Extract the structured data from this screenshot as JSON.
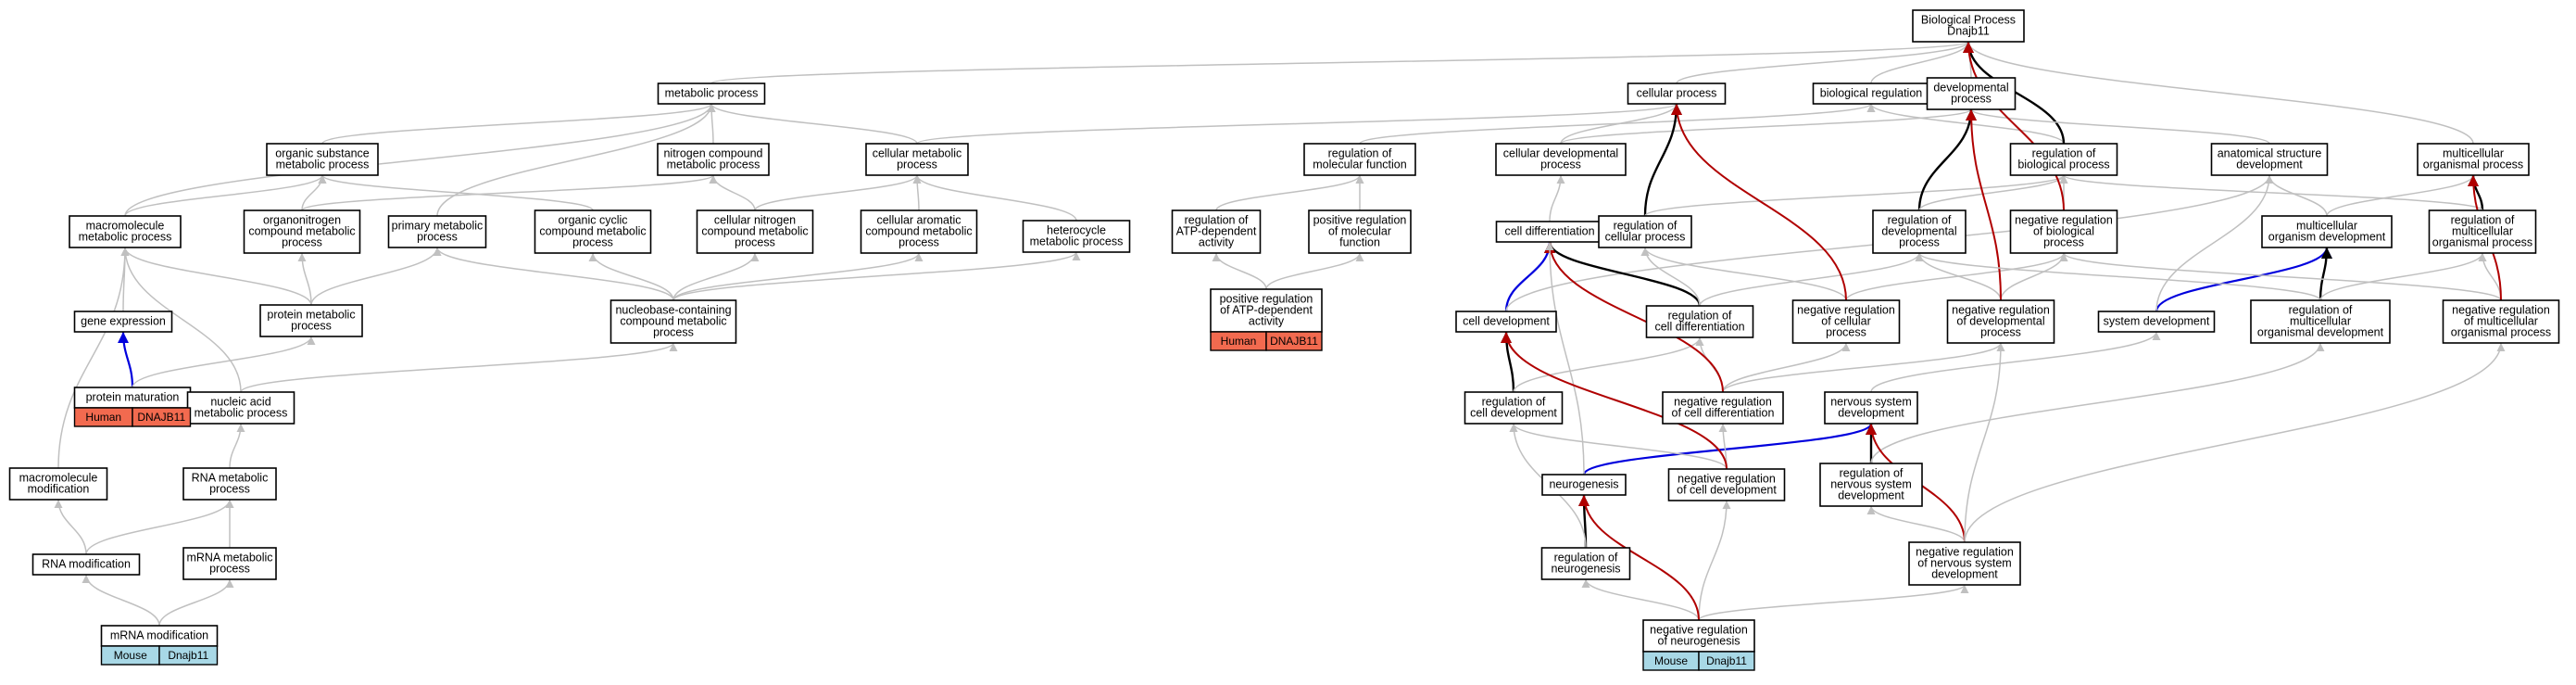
{
  "legend_colors": {
    "is_a": "#c0c0c0",
    "regulates": "#000000",
    "part_of": "#0000dd",
    "negatively_regulates": "#b00000",
    "human_tag": "#f26a4f",
    "mouse_tag": "#a8d8e6"
  },
  "nodes": [
    {
      "id": "bp",
      "lines": [
        "Biological Process",
        "Dnajb11"
      ]
    },
    {
      "id": "metabolic",
      "lines": [
        "metabolic process"
      ]
    },
    {
      "id": "cellular_process",
      "lines": [
        "cellular process"
      ]
    },
    {
      "id": "biological_regulation",
      "lines": [
        "biological regulation"
      ]
    },
    {
      "id": "developmental_process",
      "lines": [
        "developmental",
        "process"
      ]
    },
    {
      "id": "organic_substance_mp",
      "lines": [
        "organic substance",
        "metabolic process"
      ]
    },
    {
      "id": "nitrogen_compound_mp",
      "lines": [
        "nitrogen compound",
        "metabolic process"
      ]
    },
    {
      "id": "cellular_mp",
      "lines": [
        "cellular metabolic",
        "process"
      ]
    },
    {
      "id": "regulation_molecular_function",
      "lines": [
        "regulation of",
        "molecular function"
      ]
    },
    {
      "id": "cellular_developmental_process",
      "lines": [
        "cellular developmental",
        "process"
      ]
    },
    {
      "id": "regulation_biological_process",
      "lines": [
        "regulation of",
        "biological process"
      ]
    },
    {
      "id": "anatomical_structure_dev",
      "lines": [
        "anatomical structure",
        "development"
      ]
    },
    {
      "id": "multicellular_organismal_process",
      "lines": [
        "multicellular",
        "organismal process"
      ]
    },
    {
      "id": "macromolecule_mp",
      "lines": [
        "macromolecule",
        "metabolic process"
      ]
    },
    {
      "id": "organonitrogen_mp",
      "lines": [
        "organonitrogen",
        "compound metabolic",
        "process"
      ]
    },
    {
      "id": "primary_mp",
      "lines": [
        "primary metabolic",
        "process"
      ]
    },
    {
      "id": "organic_cyclic_mp",
      "lines": [
        "organic cyclic",
        "compound metabolic",
        "process"
      ]
    },
    {
      "id": "cellular_nitrogen_mp",
      "lines": [
        "cellular nitrogen",
        "compound metabolic",
        "process"
      ]
    },
    {
      "id": "cellular_aromatic_mp",
      "lines": [
        "cellular aromatic",
        "compound metabolic",
        "process"
      ]
    },
    {
      "id": "heterocycle_mp",
      "lines": [
        "heterocycle",
        "metabolic process"
      ]
    },
    {
      "id": "regulation_atp_activity",
      "lines": [
        "regulation of",
        "ATP-dependent",
        "activity"
      ]
    },
    {
      "id": "positive_regulation_molecular_function",
      "lines": [
        "positive regulation",
        "of molecular",
        "function"
      ]
    },
    {
      "id": "cell_differentiation",
      "lines": [
        "cell differentiation"
      ]
    },
    {
      "id": "regulation_cellular_process",
      "lines": [
        "regulation of",
        "cellular process"
      ]
    },
    {
      "id": "regulation_developmental_process",
      "lines": [
        "regulation of",
        "developmental",
        "process"
      ]
    },
    {
      "id": "negative_regulation_biological_process",
      "lines": [
        "negative regulation",
        "of biological",
        "process"
      ]
    },
    {
      "id": "multicellular_organism_dev",
      "lines": [
        "multicellular",
        "organism development"
      ]
    },
    {
      "id": "regulation_multicellular_organismal_process",
      "lines": [
        "regulation of",
        "multicellular",
        "organismal process"
      ]
    },
    {
      "id": "gene_expression",
      "lines": [
        "gene expression"
      ]
    },
    {
      "id": "protein_mp",
      "lines": [
        "protein metabolic",
        "process"
      ]
    },
    {
      "id": "nucleobase_mp",
      "lines": [
        "nucleobase-containing",
        "compound metabolic",
        "process"
      ]
    },
    {
      "id": "positive_regulation_atp_activity",
      "lines": [
        "positive regulation",
        "of ATP-dependent",
        "activity"
      ]
    },
    {
      "id": "cell_development",
      "lines": [
        "cell development"
      ]
    },
    {
      "id": "regulation_cell_differentiation",
      "lines": [
        "regulation of",
        "cell differentiation"
      ]
    },
    {
      "id": "negative_regulation_cellular_process",
      "lines": [
        "negative regulation",
        "of cellular",
        "process"
      ]
    },
    {
      "id": "negative_regulation_developmental_process",
      "lines": [
        "negative regulation",
        "of developmental",
        "process"
      ]
    },
    {
      "id": "system_development",
      "lines": [
        "system development"
      ]
    },
    {
      "id": "regulation_multicellular_organismal_dev",
      "lines": [
        "regulation of",
        "multicellular",
        "organismal development"
      ]
    },
    {
      "id": "negative_regulation_multicellular_organismal_process",
      "lines": [
        "negative regulation",
        "of multicellular",
        "organismal process"
      ]
    },
    {
      "id": "protein_maturation",
      "lines": [
        "protein maturation"
      ]
    },
    {
      "id": "nucleic_acid_mp",
      "lines": [
        "nucleic acid",
        "metabolic process"
      ]
    },
    {
      "id": "regulation_cell_development",
      "lines": [
        "regulation of",
        "cell development"
      ]
    },
    {
      "id": "negative_regulation_cell_differentiation",
      "lines": [
        "negative regulation",
        "of cell differentiation"
      ]
    },
    {
      "id": "nervous_system_development",
      "lines": [
        "nervous system",
        "development"
      ]
    },
    {
      "id": "macromolecule_modification",
      "lines": [
        "macromolecule",
        "modification"
      ]
    },
    {
      "id": "rna_mp",
      "lines": [
        "RNA metabolic",
        "process"
      ]
    },
    {
      "id": "neurogenesis",
      "lines": [
        "neurogenesis"
      ]
    },
    {
      "id": "negative_regulation_cell_development",
      "lines": [
        "negative regulation",
        "of cell development"
      ]
    },
    {
      "id": "regulation_nervous_system_dev",
      "lines": [
        "regulation of",
        "nervous system",
        "development"
      ]
    },
    {
      "id": "rna_modification",
      "lines": [
        "RNA modification"
      ]
    },
    {
      "id": "mrna_mp",
      "lines": [
        "mRNA metabolic",
        "process"
      ]
    },
    {
      "id": "regulation_neurogenesis",
      "lines": [
        "regulation of",
        "neurogenesis"
      ]
    },
    {
      "id": "negative_regulation_nervous_system_dev",
      "lines": [
        "negative regulation",
        "of nervous system",
        "development"
      ]
    },
    {
      "id": "mrna_modification",
      "lines": [
        "mRNA modification"
      ]
    },
    {
      "id": "negative_regulation_neurogenesis",
      "lines": [
        "negative regulation",
        "of neurogenesis"
      ]
    }
  ],
  "tags": [
    {
      "node": "protein_maturation",
      "species": "Human",
      "gene": "DNAJB11",
      "color_key": "human_tag"
    },
    {
      "node": "positive_regulation_atp_activity",
      "species": "Human",
      "gene": "DNAJB11",
      "color_key": "human_tag"
    },
    {
      "node": "mrna_modification",
      "species": "Mouse",
      "gene": "Dnajb11",
      "color_key": "mouse_tag"
    },
    {
      "node": "negative_regulation_neurogenesis",
      "species": "Mouse",
      "gene": "Dnajb11",
      "color_key": "mouse_tag"
    }
  ],
  "edges": [
    [
      "metabolic",
      "bp",
      "is_a"
    ],
    [
      "cellular_process",
      "bp",
      "is_a"
    ],
    [
      "biological_regulation",
      "bp",
      "is_a"
    ],
    [
      "developmental_process",
      "bp",
      "is_a"
    ],
    [
      "organic_substance_mp",
      "metabolic",
      "is_a"
    ],
    [
      "nitrogen_compound_mp",
      "metabolic",
      "is_a"
    ],
    [
      "cellular_mp",
      "metabolic",
      "is_a"
    ],
    [
      "cellular_mp",
      "cellular_process",
      "is_a"
    ],
    [
      "regulation_molecular_function",
      "biological_regulation",
      "is_a"
    ],
    [
      "cellular_developmental_process",
      "cellular_process",
      "is_a"
    ],
    [
      "cellular_developmental_process",
      "developmental_process",
      "is_a"
    ],
    [
      "regulation_biological_process",
      "biological_regulation",
      "is_a"
    ],
    [
      "regulation_biological_process",
      "bp",
      "regulates"
    ],
    [
      "anatomical_structure_dev",
      "developmental_process",
      "is_a"
    ],
    [
      "multicellular_organismal_process",
      "bp",
      "is_a"
    ],
    [
      "macromolecule_mp",
      "organic_substance_mp",
      "is_a"
    ],
    [
      "macromolecule_mp",
      "metabolic",
      "is_a"
    ],
    [
      "organonitrogen_mp",
      "organic_substance_mp",
      "is_a"
    ],
    [
      "organonitrogen_mp",
      "nitrogen_compound_mp",
      "is_a"
    ],
    [
      "primary_mp",
      "metabolic",
      "is_a"
    ],
    [
      "organic_cyclic_mp",
      "organic_substance_mp",
      "is_a"
    ],
    [
      "cellular_nitrogen_mp",
      "nitrogen_compound_mp",
      "is_a"
    ],
    [
      "cellular_nitrogen_mp",
      "cellular_mp",
      "is_a"
    ],
    [
      "cellular_aromatic_mp",
      "cellular_mp",
      "is_a"
    ],
    [
      "heterocycle_mp",
      "cellular_mp",
      "is_a"
    ],
    [
      "regulation_atp_activity",
      "regulation_molecular_function",
      "is_a"
    ],
    [
      "positive_regulation_molecular_function",
      "regulation_molecular_function",
      "is_a"
    ],
    [
      "cell_differentiation",
      "cellular_developmental_process",
      "is_a"
    ],
    [
      "regulation_cellular_process",
      "cellular_process",
      "regulates"
    ],
    [
      "regulation_cellular_process",
      "regulation_biological_process",
      "is_a"
    ],
    [
      "regulation_developmental_process",
      "developmental_process",
      "regulates"
    ],
    [
      "regulation_developmental_process",
      "regulation_biological_process",
      "is_a"
    ],
    [
      "negative_regulation_biological_process",
      "regulation_biological_process",
      "is_a"
    ],
    [
      "negative_regulation_biological_process",
      "bp",
      "negatively_regulates"
    ],
    [
      "multicellular_organism_dev",
      "anatomical_structure_dev",
      "is_a"
    ],
    [
      "multicellular_organism_dev",
      "multicellular_organismal_process",
      "is_a"
    ],
    [
      "regulation_multicellular_organismal_process",
      "multicellular_organismal_process",
      "regulates"
    ],
    [
      "regulation_multicellular_organismal_process",
      "regulation_biological_process",
      "is_a"
    ],
    [
      "gene_expression",
      "macromolecule_mp",
      "is_a"
    ],
    [
      "protein_mp",
      "macromolecule_mp",
      "is_a"
    ],
    [
      "protein_mp",
      "organonitrogen_mp",
      "is_a"
    ],
    [
      "protein_mp",
      "primary_mp",
      "is_a"
    ],
    [
      "nucleobase_mp",
      "organic_cyclic_mp",
      "is_a"
    ],
    [
      "nucleobase_mp",
      "cellular_nitrogen_mp",
      "is_a"
    ],
    [
      "nucleobase_mp",
      "cellular_aromatic_mp",
      "is_a"
    ],
    [
      "nucleobase_mp",
      "heterocycle_mp",
      "is_a"
    ],
    [
      "nucleobase_mp",
      "primary_mp",
      "is_a"
    ],
    [
      "positive_regulation_atp_activity",
      "regulation_atp_activity",
      "is_a"
    ],
    [
      "positive_regulation_atp_activity",
      "positive_regulation_molecular_function",
      "is_a"
    ],
    [
      "cell_development",
      "cell_differentiation",
      "part_of"
    ],
    [
      "cell_development",
      "anatomical_structure_dev",
      "is_a"
    ],
    [
      "regulation_cell_differentiation",
      "cell_differentiation",
      "regulates"
    ],
    [
      "regulation_cell_differentiation",
      "regulation_cellular_process",
      "is_a"
    ],
    [
      "regulation_cell_differentiation",
      "regulation_developmental_process",
      "is_a"
    ],
    [
      "negative_regulation_cellular_process",
      "regulation_cellular_process",
      "is_a"
    ],
    [
      "negative_regulation_cellular_process",
      "negative_regulation_biological_process",
      "is_a"
    ],
    [
      "negative_regulation_cellular_process",
      "cellular_process",
      "negatively_regulates"
    ],
    [
      "negative_regulation_developmental_process",
      "regulation_developmental_process",
      "is_a"
    ],
    [
      "negative_regulation_developmental_process",
      "negative_regulation_biological_process",
      "is_a"
    ],
    [
      "negative_regulation_developmental_process",
      "developmental_process",
      "negatively_regulates"
    ],
    [
      "system_development",
      "multicellular_organism_dev",
      "part_of"
    ],
    [
      "system_development",
      "anatomical_structure_dev",
      "is_a"
    ],
    [
      "regulation_multicellular_organismal_dev",
      "multicellular_organism_dev",
      "regulates"
    ],
    [
      "regulation_multicellular_organismal_dev",
      "regulation_multicellular_organismal_process",
      "is_a"
    ],
    [
      "regulation_multicellular_organismal_dev",
      "regulation_developmental_process",
      "is_a"
    ],
    [
      "negative_regulation_multicellular_organismal_process",
      "regulation_multicellular_organismal_process",
      "is_a"
    ],
    [
      "negative_regulation_multicellular_organismal_process",
      "negative_regulation_biological_process",
      "is_a"
    ],
    [
      "negative_regulation_multicellular_organismal_process",
      "multicellular_organismal_process",
      "negatively_regulates"
    ],
    [
      "protein_maturation",
      "gene_expression",
      "part_of"
    ],
    [
      "protein_maturation",
      "protein_mp",
      "is_a"
    ],
    [
      "nucleic_acid_mp",
      "nucleobase_mp",
      "is_a"
    ],
    [
      "nucleic_acid_mp",
      "macromolecule_mp",
      "is_a"
    ],
    [
      "regulation_cell_development",
      "cell_development",
      "regulates"
    ],
    [
      "regulation_cell_development",
      "regulation_cell_differentiation",
      "is_a"
    ],
    [
      "negative_regulation_cell_differentiation",
      "regulation_cell_differentiation",
      "is_a"
    ],
    [
      "negative_regulation_cell_differentiation",
      "negative_regulation_cellular_process",
      "is_a"
    ],
    [
      "negative_regulation_cell_differentiation",
      "negative_regulation_developmental_process",
      "is_a"
    ],
    [
      "negative_regulation_cell_differentiation",
      "cell_differentiation",
      "negatively_regulates"
    ],
    [
      "nervous_system_development",
      "system_development",
      "is_a"
    ],
    [
      "macromolecule_modification",
      "macromolecule_mp",
      "is_a"
    ],
    [
      "rna_mp",
      "nucleic_acid_mp",
      "is_a"
    ],
    [
      "neurogenesis",
      "nervous_system_development",
      "part_of"
    ],
    [
      "neurogenesis",
      "cell_differentiation",
      "is_a"
    ],
    [
      "negative_regulation_cell_development",
      "regulation_cell_development",
      "is_a"
    ],
    [
      "negative_regulation_cell_development",
      "negative_regulation_cell_differentiation",
      "is_a"
    ],
    [
      "negative_regulation_cell_development",
      "cell_development",
      "negatively_regulates"
    ],
    [
      "regulation_nervous_system_dev",
      "nervous_system_development",
      "regulates"
    ],
    [
      "regulation_nervous_system_dev",
      "regulation_multicellular_organismal_dev",
      "is_a"
    ],
    [
      "rna_modification",
      "macromolecule_modification",
      "is_a"
    ],
    [
      "rna_modification",
      "rna_mp",
      "is_a"
    ],
    [
      "mrna_mp",
      "rna_mp",
      "is_a"
    ],
    [
      "regulation_neurogenesis",
      "neurogenesis",
      "regulates"
    ],
    [
      "regulation_neurogenesis",
      "regulation_cell_development",
      "is_a"
    ],
    [
      "negative_regulation_nervous_system_dev",
      "regulation_nervous_system_dev",
      "is_a"
    ],
    [
      "negative_regulation_nervous_system_dev",
      "nervous_system_development",
      "negatively_regulates"
    ],
    [
      "negative_regulation_nervous_system_dev",
      "negative_regulation_multicellular_organismal_process",
      "is_a"
    ],
    [
      "negative_regulation_nervous_system_dev",
      "negative_regulation_developmental_process",
      "is_a"
    ],
    [
      "mrna_modification",
      "rna_modification",
      "is_a"
    ],
    [
      "mrna_modification",
      "mrna_mp",
      "is_a"
    ],
    [
      "negative_regulation_neurogenesis",
      "regulation_neurogenesis",
      "is_a"
    ],
    [
      "negative_regulation_neurogenesis",
      "negative_regulation_cell_development",
      "is_a"
    ],
    [
      "negative_regulation_neurogenesis",
      "negative_regulation_nervous_system_dev",
      "is_a"
    ],
    [
      "negative_regulation_neurogenesis",
      "neurogenesis",
      "negatively_regulates"
    ]
  ]
}
